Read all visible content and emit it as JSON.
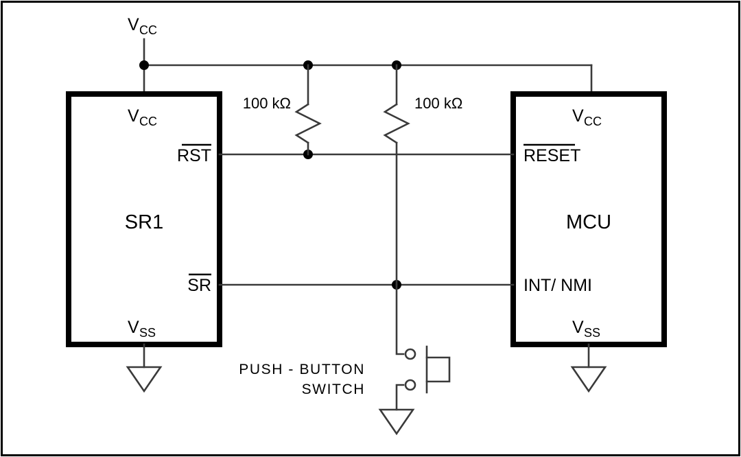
{
  "diagram": {
    "title_present": false,
    "background_color": "#ffffff",
    "wire_color": "#3a3a3a",
    "chip_border_color": "#000000"
  },
  "supply": {
    "label_main": "V",
    "label_sub": "CC"
  },
  "chips": [
    {
      "id": "sr1",
      "name": "SR1",
      "vcc_label_main": "V",
      "vcc_label_sub": "CC",
      "vss_label_main": "V",
      "vss_label_sub": "SS",
      "pins": [
        {
          "name": "RST",
          "overline": true
        },
        {
          "name": "SR",
          "overline": true
        }
      ]
    },
    {
      "id": "mcu",
      "name": "MCU",
      "vcc_label_main": "V",
      "vcc_label_sub": "CC",
      "vss_label_main": "V",
      "vss_label_sub": "SS",
      "pins": [
        {
          "name": "RESET",
          "overline": true
        },
        {
          "name": "INT/ NMI",
          "overline": false
        }
      ]
    }
  ],
  "resistors": [
    {
      "id": "r1",
      "value": "100 kΩ"
    },
    {
      "id": "r2",
      "value": "100 kΩ"
    }
  ],
  "switch": {
    "label_line1": "PUSH - BUTTON",
    "label_line2": "SWITCH",
    "type": "push-button-normally-open"
  },
  "grounds": [
    {
      "id": "gnd-sr1"
    },
    {
      "id": "gnd-mcu"
    },
    {
      "id": "gnd-switch"
    }
  ]
}
